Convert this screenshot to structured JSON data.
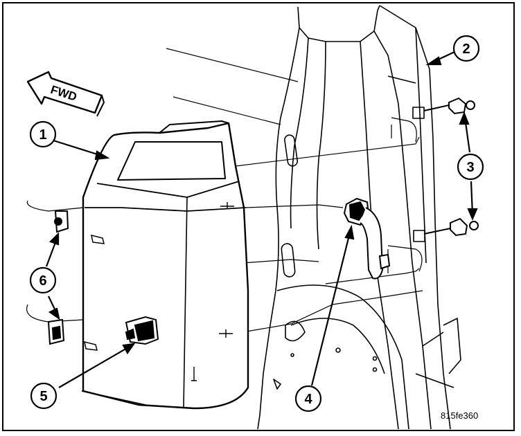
{
  "direction_label": "FWD",
  "figure_id": "815fe360",
  "callouts": {
    "c1": "1",
    "c2": "2",
    "c3": "3",
    "c4": "4",
    "c5": "5",
    "c6": "6"
  }
}
